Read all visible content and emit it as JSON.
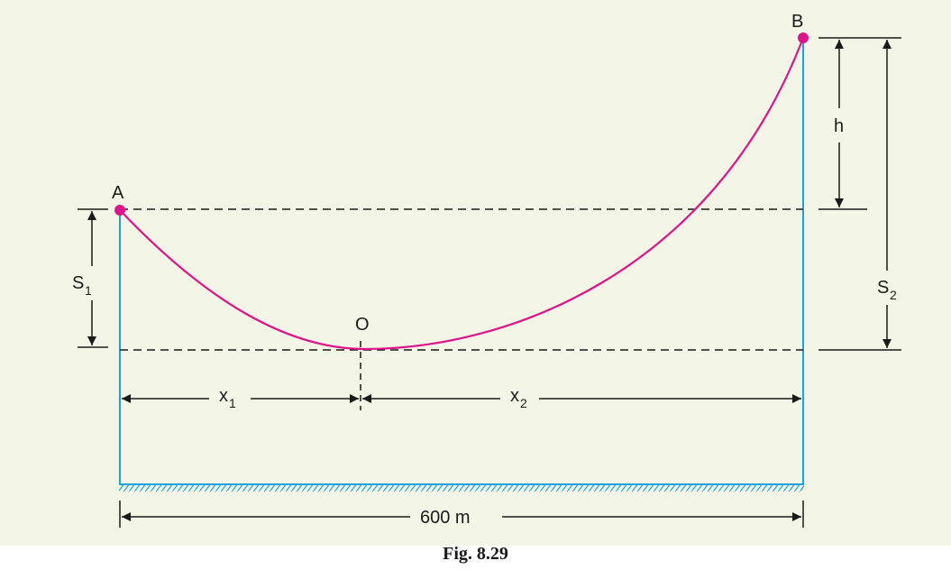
{
  "labels": {
    "point_a": "A",
    "point_b": "B",
    "point_o": "O",
    "h": "h",
    "s1_main": "S",
    "s1_sub": "1",
    "s2_main": "S",
    "s2_sub": "2",
    "x1_main": "x",
    "x1_sub": "1",
    "x2_main": "x",
    "x2_sub": "2",
    "span": "600 m"
  },
  "caption": "Fig. 8.29",
  "colors": {
    "background": "#f3f6e6",
    "cable": "#e0128a",
    "support": "#1ba3e0",
    "dimension": "#1a1a1a"
  }
}
